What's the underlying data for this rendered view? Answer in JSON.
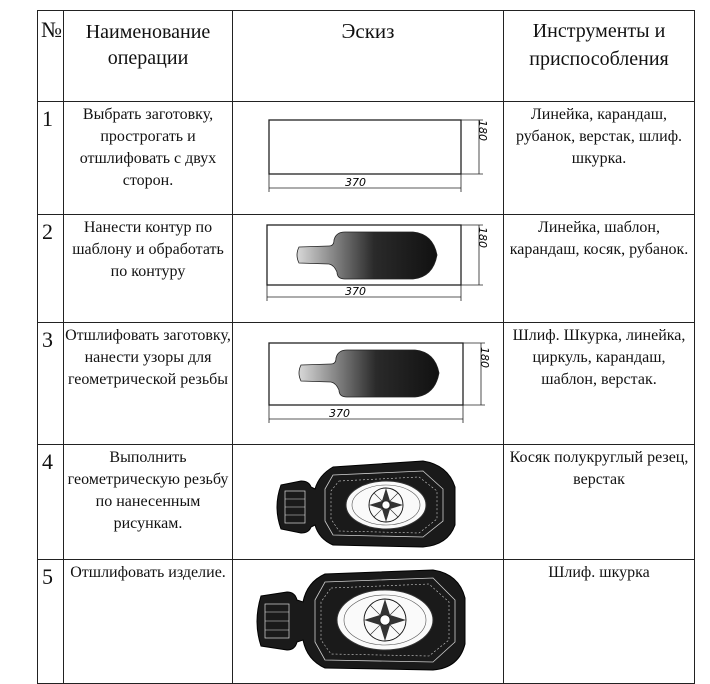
{
  "header": {
    "num": "№",
    "name": "Наименование операции",
    "sketch": "Эскиз",
    "tools": "Инструменты и приспособления"
  },
  "rows": [
    {
      "num": "1",
      "name": "Выбрать заготовку, прострогать и отшлифовать с двух сторон.",
      "tools": "Линейка, карандаш, рубанок, верстак, шлиф. шкурка.",
      "sketch": {
        "dim_w": "370",
        "dim_h": "180"
      }
    },
    {
      "num": "2",
      "name": "Нанести контур по шаблону и обработать по контуру",
      "tools": "Линейка, шаблон, карандаш, косяк, рубанок.",
      "sketch": {
        "dim_w": "370",
        "dim_h": "180"
      }
    },
    {
      "num": "3",
      "name": "Отшлифовать заготовку, нанести узоры для геометрической резьбы",
      "tools": "Шлиф. Шкурка, линейка, циркуль, карандаш, шаблон, верстак.",
      "sketch": {
        "dim_w": "370",
        "dim_h": "180"
      }
    },
    {
      "num": "4",
      "name": "Выполнить геометрическую резьбу по нанесенным рисункам.",
      "tools": "Косяк полукруглый резец, верстак",
      "sketch": {}
    },
    {
      "num": "5",
      "name": "Отшлифовать изделие.",
      "tools": "Шлиф. шкурка",
      "sketch": {}
    }
  ]
}
